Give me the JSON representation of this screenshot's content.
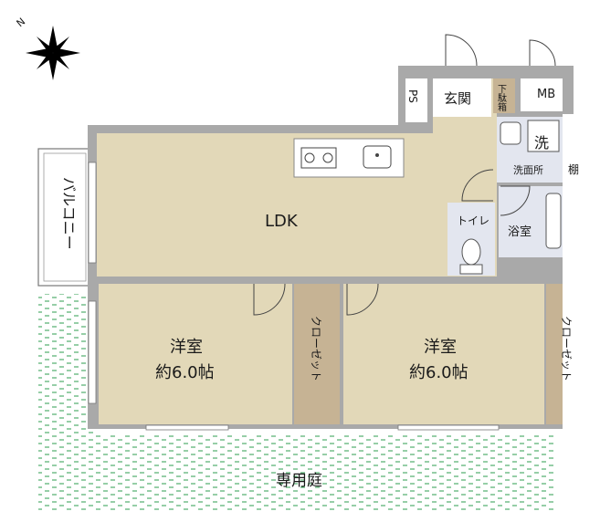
{
  "compass": {
    "north": "N"
  },
  "rooms": {
    "ldk": "LDK",
    "western1": {
      "name": "洋室",
      "size": "約6.0帖"
    },
    "western2": {
      "name": "洋室",
      "size": "約6.0帖"
    },
    "closet1": "クローゼット",
    "closet2": "クローゼット",
    "toilet": "トイレ",
    "bath": "浴室",
    "washroom": "洗面所",
    "washer": "洗",
    "shelf": "棚",
    "entrance": "玄関",
    "shoe_box": "下駄箱",
    "ps": "PS",
    "mb": "MB",
    "balcony": "バルコニー",
    "garden": "専用庭"
  },
  "colors": {
    "floor": "#e2d8b8",
    "closet": "#c6b394",
    "wet_area": "#e3e6ef",
    "wall": "#a9a9a9",
    "garden": "#2e9e4f"
  }
}
